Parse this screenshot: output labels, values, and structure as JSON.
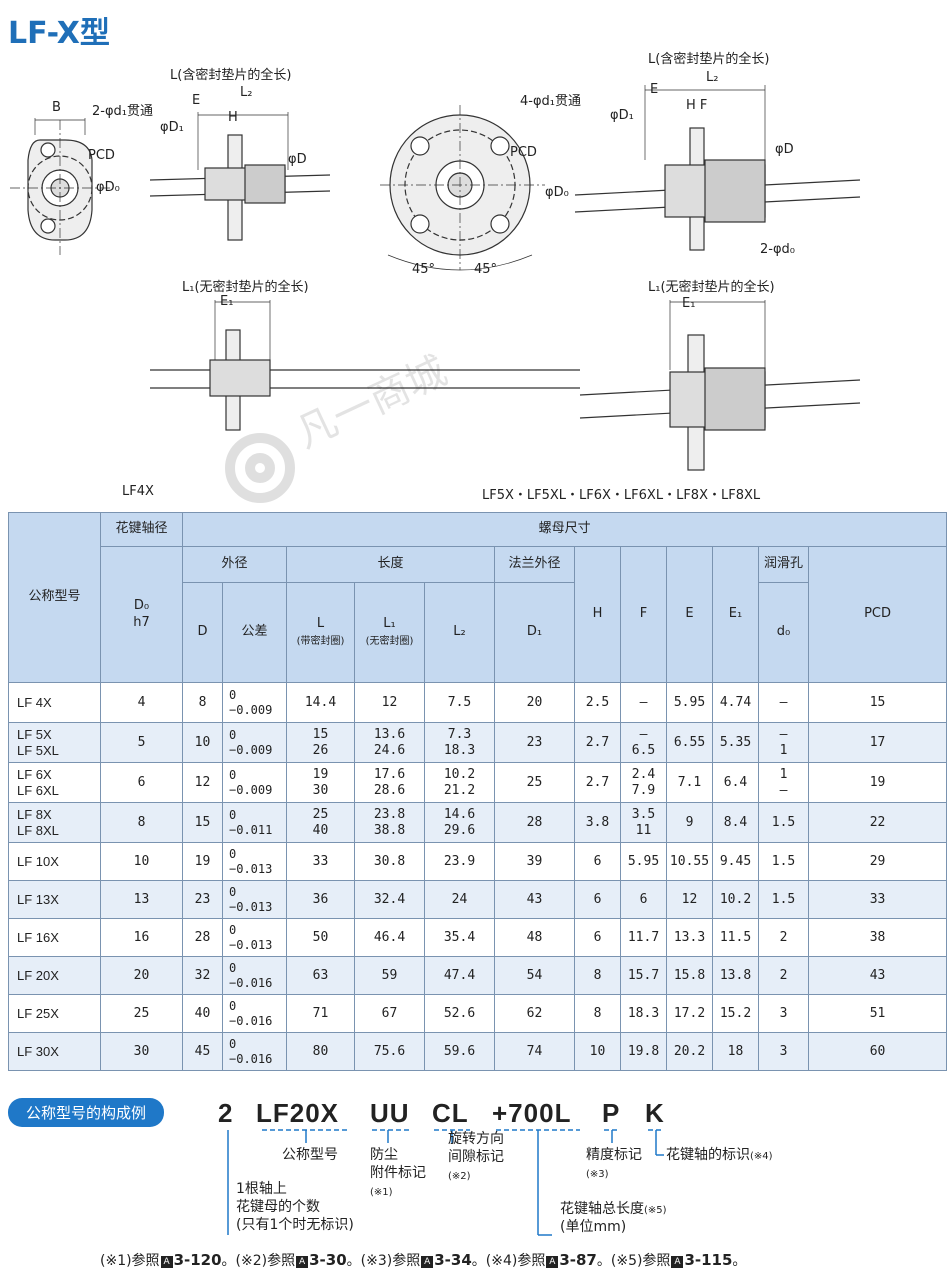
{
  "title": "LF-X型",
  "drawing": {
    "label_L": "L(含密封垫片的全长)",
    "label_L_right": "L(含密封垫片的全长)",
    "label_L1": "L₁(无密封垫片的全长)",
    "label_L1_right": "L₁(无密封垫片的全长)",
    "label_B": "B",
    "label_2d1": "2-φd₁贯通",
    "label_4d1": "4-φd₁贯通",
    "label_pcd": "PCD",
    "label_pcd_right": "PCD",
    "label_D0": "φD₀",
    "label_D0_right": "φD₀",
    "label_D1": "φD₁",
    "label_D1_right": "φD₁",
    "label_D": "φD",
    "label_D_right": "φD",
    "label_E": "E",
    "label_E_right": "E",
    "label_H": "H",
    "label_HF": "H F",
    "label_L2": "L₂",
    "label_L2_right": "L₂",
    "label_E1": "E₁",
    "label_E1_right": "E₁",
    "label_2d0": "2-φd₀",
    "label_45a": "45°",
    "label_45b": "45°",
    "caption_left": "LF4X",
    "caption_right": "LF5X・LF5XL・LF6X・LF6XL・LF8X・LF8XL"
  },
  "table": {
    "h_model": "公称型号",
    "h_shaft": "花键轴径",
    "h_nut": "螺母尺寸",
    "h_outer": "外径",
    "h_length": "长度",
    "h_flange": "法兰外径",
    "h_lube": "润滑孔",
    "h_D0": "D₀",
    "h_h7": "h7",
    "h_D": "D",
    "h_tol": "公差",
    "h_L": "L",
    "h_L_note": "(带密封圈)",
    "h_L1": "L₁",
    "h_L1_note": "(无密封圈)",
    "h_L2": "L₂",
    "h_D1": "D₁",
    "h_H": "H",
    "h_F": "F",
    "h_E": "E",
    "h_E1": "E₁",
    "h_d0": "d₀",
    "h_PCD": "PCD",
    "rows": [
      {
        "m1": "LF 4X",
        "m2": "",
        "D0": "4",
        "D": "8",
        "t1": "0",
        "t2": "−0.009",
        "L1": "14.4",
        "L2": "",
        "La1": "12",
        "La2": "",
        "Lb1": "7.5",
        "Lb2": "",
        "D1": "20",
        "H": "2.5",
        "F1": "—",
        "F2": "",
        "E": "5.95",
        "E1": "4.74",
        "d01": "—",
        "d02": "",
        "PCD": "15"
      },
      {
        "m1": "LF 5X",
        "m2": "LF 5XL",
        "D0": "5",
        "D": "10",
        "t1": "0",
        "t2": "−0.009",
        "L1": "15",
        "L2": "26",
        "La1": "13.6",
        "La2": "24.6",
        "Lb1": "7.3",
        "Lb2": "18.3",
        "D1": "23",
        "H": "2.7",
        "F1": "—",
        "F2": "6.5",
        "E": "6.55",
        "E1": "5.35",
        "d01": "—",
        "d02": "1",
        "PCD": "17"
      },
      {
        "m1": "LF 6X",
        "m2": "LF 6XL",
        "D0": "6",
        "D": "12",
        "t1": "0",
        "t2": "−0.009",
        "L1": "19",
        "L2": "30",
        "La1": "17.6",
        "La2": "28.6",
        "Lb1": "10.2",
        "Lb2": "21.2",
        "D1": "25",
        "H": "2.7",
        "F1": "2.4",
        "F2": "7.9",
        "E": "7.1",
        "E1": "6.4",
        "d01": "1",
        "d02": "—",
        "PCD": "19"
      },
      {
        "m1": "LF 8X",
        "m2": "LF 8XL",
        "D0": "8",
        "D": "15",
        "t1": "0",
        "t2": "−0.011",
        "L1": "25",
        "L2": "40",
        "La1": "23.8",
        "La2": "38.8",
        "Lb1": "14.6",
        "Lb2": "29.6",
        "D1": "28",
        "H": "3.8",
        "F1": "3.5",
        "F2": "11",
        "E": "9",
        "E1": "8.4",
        "d01": "1.5",
        "d02": "",
        "PCD": "22"
      },
      {
        "m1": "LF 10X",
        "m2": "",
        "D0": "10",
        "D": "19",
        "t1": "0",
        "t2": "−0.013",
        "L1": "33",
        "L2": "",
        "La1": "30.8",
        "La2": "",
        "Lb1": "23.9",
        "Lb2": "",
        "D1": "39",
        "H": "6",
        "F1": "5.95",
        "F2": "",
        "E": "10.55",
        "E1": "9.45",
        "d01": "1.5",
        "d02": "",
        "PCD": "29"
      },
      {
        "m1": "LF 13X",
        "m2": "",
        "D0": "13",
        "D": "23",
        "t1": "0",
        "t2": "−0.013",
        "L1": "36",
        "L2": "",
        "La1": "32.4",
        "La2": "",
        "Lb1": "24",
        "Lb2": "",
        "D1": "43",
        "H": "6",
        "F1": "6",
        "F2": "",
        "E": "12",
        "E1": "10.2",
        "d01": "1.5",
        "d02": "",
        "PCD": "33"
      },
      {
        "m1": "LF 16X",
        "m2": "",
        "D0": "16",
        "D": "28",
        "t1": "0",
        "t2": "−0.013",
        "L1": "50",
        "L2": "",
        "La1": "46.4",
        "La2": "",
        "Lb1": "35.4",
        "Lb2": "",
        "D1": "48",
        "H": "6",
        "F1": "11.7",
        "F2": "",
        "E": "13.3",
        "E1": "11.5",
        "d01": "2",
        "d02": "",
        "PCD": "38"
      },
      {
        "m1": "LF 20X",
        "m2": "",
        "D0": "20",
        "D": "32",
        "t1": "0",
        "t2": "−0.016",
        "L1": "63",
        "L2": "",
        "La1": "59",
        "La2": "",
        "Lb1": "47.4",
        "Lb2": "",
        "D1": "54",
        "H": "8",
        "F1": "15.7",
        "F2": "",
        "E": "15.8",
        "E1": "13.8",
        "d01": "2",
        "d02": "",
        "PCD": "43"
      },
      {
        "m1": "LF 25X",
        "m2": "",
        "D0": "25",
        "D": "40",
        "t1": "0",
        "t2": "−0.016",
        "L1": "71",
        "L2": "",
        "La1": "67",
        "La2": "",
        "Lb1": "52.6",
        "Lb2": "",
        "D1": "62",
        "H": "8",
        "F1": "18.3",
        "F2": "",
        "E": "17.2",
        "E1": "15.2",
        "d01": "3",
        "d02": "",
        "PCD": "51"
      },
      {
        "m1": "LF 30X",
        "m2": "",
        "D0": "30",
        "D": "45",
        "t1": "0",
        "t2": "−0.016",
        "L1": "80",
        "L2": "",
        "La1": "75.6",
        "La2": "",
        "Lb1": "59.6",
        "Lb2": "",
        "D1": "74",
        "H": "10",
        "F1": "19.8",
        "F2": "",
        "E": "20.2",
        "E1": "18",
        "d01": "3",
        "d02": "",
        "PCD": "60"
      }
    ]
  },
  "code": {
    "pill": "公称型号的构成例",
    "p1": "2",
    "p2": "LF20X",
    "p3": "UU",
    "p4": "CL",
    "p5": "+700L",
    "p6": "P",
    "p7": "K",
    "lbl_model": "公称型号",
    "lbl_dust1": "防尘",
    "lbl_dust2": "附件标记",
    "lbl_dust_note": "(※1)",
    "lbl_rot1": "旋转方向",
    "lbl_rot2": "间隙标记",
    "lbl_rot_note": "(※2)",
    "lbl_prec": "精度标记",
    "lbl_prec_note": "(※3)",
    "lbl_shaft": "花键轴的标识",
    "lbl_shaft_note": "(※4)",
    "lbl_len1": "花键轴总长度",
    "lbl_len_note": "(※5)",
    "lbl_len2": "(单位mm)",
    "lbl_cnt1": "1根轴上",
    "lbl_cnt2": "花键母的个数",
    "lbl_cnt3": "(只有1个时无标识)"
  },
  "footer": {
    "n1a": "(※1)参照",
    "n1b": "3-120",
    "n2a": "。(※2)参照",
    "n2b": "3-30",
    "n3a": "。(※3)参照",
    "n3b": "3-34",
    "n4a": "。(※4)参照",
    "n4b": "3-87",
    "n5a": "。(※5)参照",
    "n5b": "3-115",
    "end": "。",
    "a_mark": "A"
  },
  "watermark": "凡一商城"
}
